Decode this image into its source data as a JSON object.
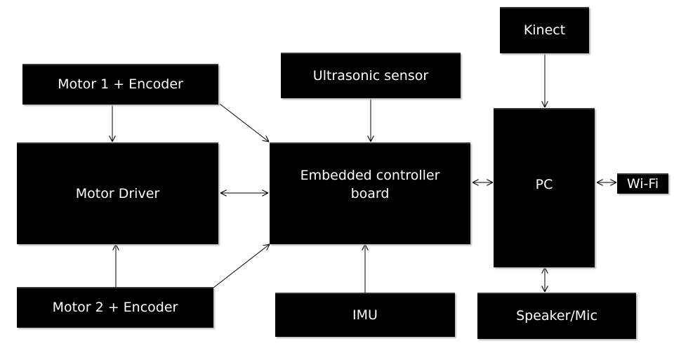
{
  "blocks": {
    "kinect": "Kinect",
    "motor1": "Motor 1 + Encoder",
    "ultrasonic": "Ultrasonic sensor",
    "motor_driver": "Motor Driver",
    "embedded": "Embedded controller board",
    "pc": "PC",
    "wifi": "Wi-Fi",
    "motor2": "Motor 2 + Encoder",
    "imu": "IMU",
    "speaker": "Speaker/Mic"
  },
  "connections": [
    {
      "from": "motor1",
      "to": "motor_driver",
      "type": "one-way"
    },
    {
      "from": "motor1",
      "to": "embedded",
      "type": "one-way"
    },
    {
      "from": "ultrasonic",
      "to": "embedded",
      "type": "one-way"
    },
    {
      "from": "motor_driver",
      "to": "embedded",
      "type": "two-way"
    },
    {
      "from": "motor2",
      "to": "motor_driver",
      "type": "one-way"
    },
    {
      "from": "motor2",
      "to": "embedded",
      "type": "one-way"
    },
    {
      "from": "imu",
      "to": "embedded",
      "type": "one-way"
    },
    {
      "from": "embedded",
      "to": "pc",
      "type": "two-way"
    },
    {
      "from": "kinect",
      "to": "pc",
      "type": "one-way"
    },
    {
      "from": "pc",
      "to": "wifi",
      "type": "two-way"
    },
    {
      "from": "pc",
      "to": "speaker",
      "type": "two-way"
    }
  ],
  "colors": {
    "block_fill": "#000000",
    "block_text": "#ffffff",
    "arrow": "#000000"
  }
}
